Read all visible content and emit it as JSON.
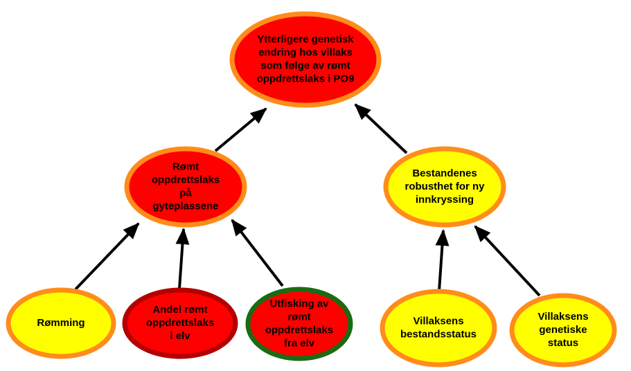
{
  "colors": {
    "red_fill": "#ff0000",
    "yellow_fill": "#ffff00",
    "orange_border": "#ff8c1a",
    "dark_red_border": "#b30000",
    "green_border": "#1a6b12",
    "edge": "#000000"
  },
  "nodes": {
    "top": {
      "lines": [
        "Ytterligere genetisk",
        "endring hos villaks",
        "som følge av rømt",
        "oppdrettslaks i PO9"
      ],
      "fill": "#ff0000",
      "border": "#ff8c1a"
    },
    "spawning": {
      "lines": [
        "Rømt",
        "oppdrettslaks",
        "på",
        "gyteplassene"
      ],
      "fill": "#ff0000",
      "border": "#ff8c1a"
    },
    "robustness": {
      "lines": [
        "Bestandenes",
        "robusthet for ny",
        "innkryssing"
      ],
      "fill": "#ffff00",
      "border": "#ff8c1a"
    },
    "escape": {
      "lines": [
        "Rømming"
      ],
      "fill": "#ffff00",
      "border": "#ff8c1a"
    },
    "share": {
      "lines": [
        "Andel rømt",
        "oppdrettslaks",
        "i elv"
      ],
      "fill": "#ff0000",
      "border": "#b30000"
    },
    "removal": {
      "lines": [
        "Utfisking av",
        "rømt",
        "oppdrettslaks",
        "fra elv"
      ],
      "fill": "#ff0000",
      "border": "#1a6b12"
    },
    "stock": {
      "lines": [
        "Villaksens",
        "bestandsstatus"
      ],
      "fill": "#ffff00",
      "border": "#ff8c1a"
    },
    "genetic": {
      "lines": [
        "Villaksens",
        "genetiske",
        "status"
      ],
      "fill": "#ffff00",
      "border": "#ff8c1a"
    }
  }
}
